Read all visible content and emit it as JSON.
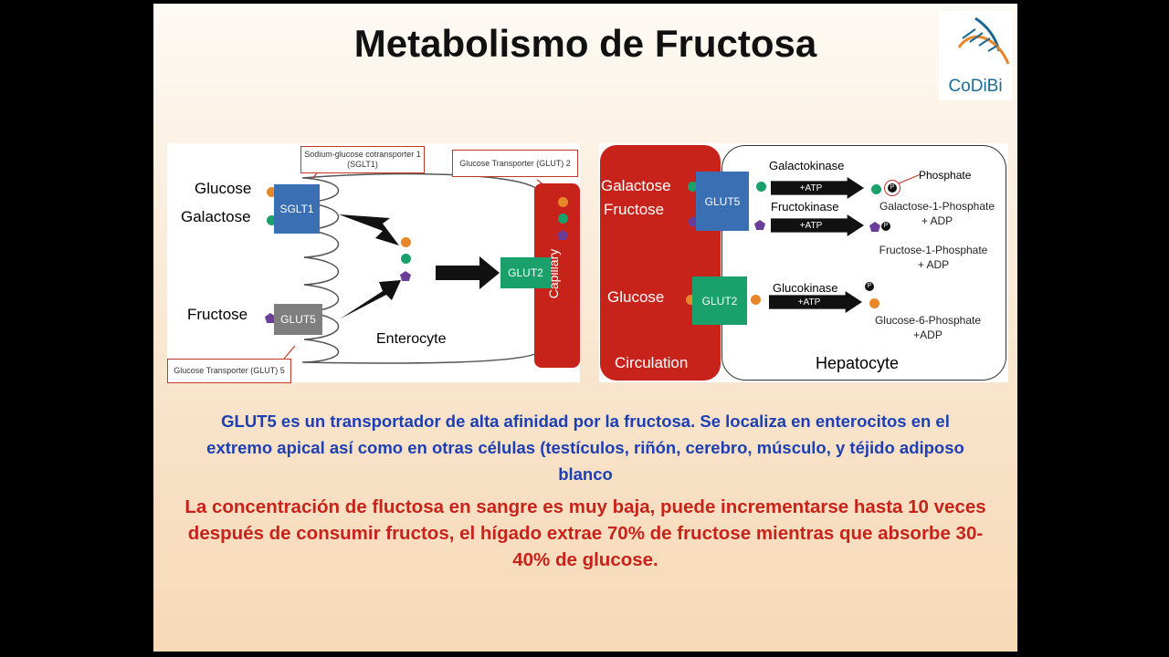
{
  "title": "Metabolismo de Fructosa",
  "logo": {
    "name": "CoDiBi",
    "icon": "dna-helix-icon"
  },
  "left_diagram": {
    "glucose": "Glucose",
    "galactose": "Galactose",
    "fructose": "Fructose",
    "sglt1": "SGLT1",
    "glut5": "GLUT5",
    "glut2": "GLUT2",
    "capillary": "Capillary",
    "enterocyte": "Enterocyte",
    "callout_sglt1": "Sodium-glucose cotransporter 1 (SGLT1)",
    "callout_glut2": "Glucose Transporter (GLUT) 2",
    "callout_glut5": "Glucose Transporter (GLUT) 5"
  },
  "right_diagram": {
    "galactose": "Galactose",
    "fructose": "Fructose",
    "glucose": "Glucose",
    "circulation": "Circulation",
    "hepatocyte": "Hepatocyte",
    "glut5": "GLUT5",
    "glut2": "GLUT2",
    "galactokinase": "Galactokinase",
    "fructokinase": "Fructokinase",
    "glucokinase": "Glucokinase",
    "atp": "+ATP",
    "phosphate": "Phosphate",
    "galactose_1_phosphate": "Galactose-1-Phosphate",
    "fructose_1_phosphate": "Fructose-1-Phosphate",
    "glucose_6_phosphate": "Glucose-6-Phosphate",
    "adp_1": "+ ADP",
    "adp_2": "+ ADP",
    "adp_3": "+ADP",
    "p_symbol": "P"
  },
  "text_blue": "GLUT5 es un transportador de alta afinidad por la fructosa. Se localiza en enterocitos en el extremo apical así como en otras células (testículos, riñón, cerebro, músculo,  y téjido adiposo blanco",
  "text_red": "La concentración de fluctosa en sangre es muy baja, puede incrementarse hasta 10 veces después de consumir fructos, el hígado extrae 70% de fructose mientras que absorbe 30-40% de glucose.",
  "colors": {
    "red": "#c8231a",
    "blue": "#1d3fb4",
    "green": "#1aa06b",
    "orange": "#e8872a",
    "purple": "#6a3d99"
  }
}
